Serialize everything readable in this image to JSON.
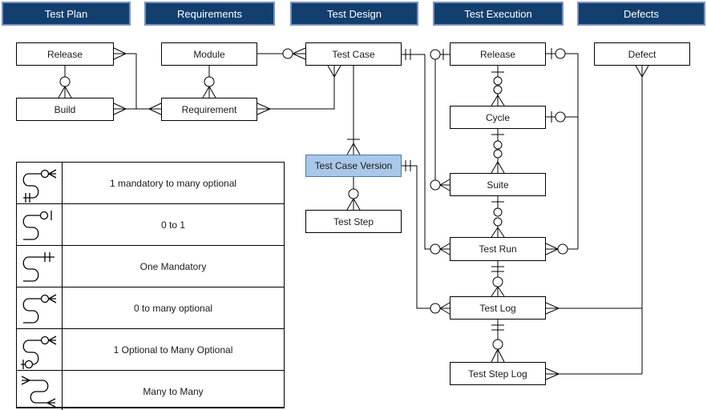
{
  "headers": [
    {
      "label": "Test Plan"
    },
    {
      "label": "Requirements"
    },
    {
      "label": "Test Design"
    },
    {
      "label": "Test Execution"
    },
    {
      "label": "Defects"
    }
  ],
  "entities": {
    "release_plan": {
      "label": "Release"
    },
    "build": {
      "label": "Build"
    },
    "module": {
      "label": "Module"
    },
    "requirement": {
      "label": "Requirement"
    },
    "test_case": {
      "label": "Test Case"
    },
    "test_case_version": {
      "label": "Test Case Version",
      "highlighted": true
    },
    "test_step": {
      "label": "Test Step"
    },
    "release_exec": {
      "label": "Release"
    },
    "cycle": {
      "label": "Cycle"
    },
    "suite": {
      "label": "Suite"
    },
    "test_run": {
      "label": "Test Run"
    },
    "test_log": {
      "label": "Test Log"
    },
    "test_step_log": {
      "label": "Test Step Log"
    },
    "defect": {
      "label": "Defect"
    }
  },
  "legend": {
    "rows": [
      {
        "symbol": "one-mandatory-to-many-optional",
        "label": "1 mandatory to many optional"
      },
      {
        "symbol": "zero-to-one",
        "label": "0 to 1"
      },
      {
        "symbol": "one-mandatory",
        "label": "One Mandatory"
      },
      {
        "symbol": "zero-to-many-optional",
        "label": "0 to many optional"
      },
      {
        "symbol": "one-optional-to-many-optional",
        "label": "1 Optional to Many Optional"
      },
      {
        "symbol": "many-to-many",
        "label": "Many to Many"
      }
    ]
  },
  "colors": {
    "header_bg": "#123f6e",
    "header_border": "#7b8fc2",
    "header_text": "#ffffff",
    "highlight_bg": "#a9c7e9",
    "highlight_border": "#4c79ab",
    "line": "#000000",
    "canvas_bg": "#ffffff"
  }
}
